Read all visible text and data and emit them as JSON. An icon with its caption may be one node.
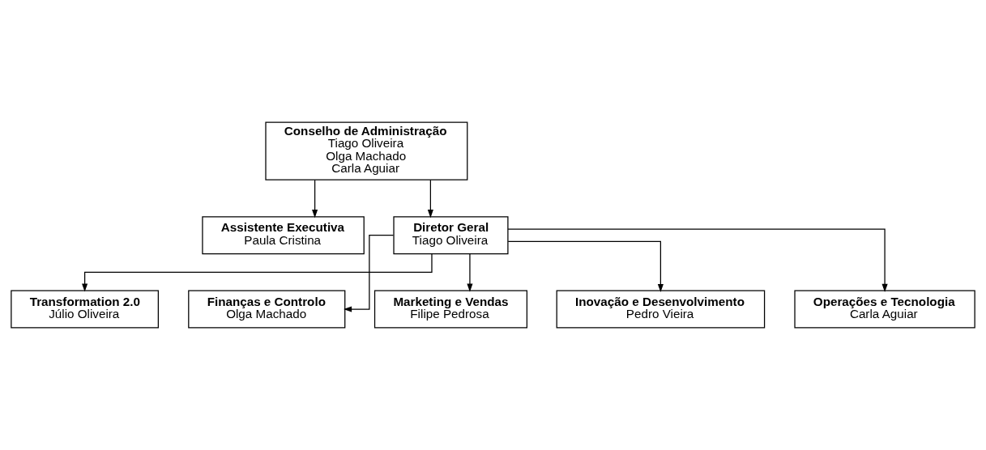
{
  "diagram": {
    "nodes": [
      {
        "text": [
          "Conselho de Administração",
          "Tiago Oliveira",
          "Olga Machado",
          "Carla Aguiar"
        ]
      },
      {
        "text": [
          "Assistente Executiva",
          "Paula Cristina"
        ]
      },
      {
        "text": [
          "Diretor Geral",
          "Tiago Oliveira"
        ]
      },
      {
        "text": [
          "Transformation 2.0",
          "Júlio Oliveira"
        ]
      },
      {
        "text": [
          "Finanças e Controlo",
          "Olga Machado"
        ]
      },
      {
        "text": [
          "Marketing e Vendas",
          "Filipe Pedrosa"
        ]
      },
      {
        "text": [
          "Inovação e Desenvolvimento",
          "Pedro Vieira"
        ]
      },
      {
        "text": [
          "Operações e Tecnologia",
          "Carla Aguiar"
        ]
      }
    ],
    "edges": [
      {
        "from": 0,
        "to": 1,
        "arrow": "to"
      },
      {
        "from": 0,
        "to": 2,
        "arrow": "to"
      },
      {
        "from": 2,
        "to": 3,
        "arrow": "to"
      },
      {
        "from": 2,
        "to": 4,
        "arrow": "to"
      },
      {
        "from": 2,
        "to": 5,
        "arrow": "to"
      },
      {
        "from": 2,
        "to": 6,
        "arrow": "to"
      },
      {
        "from": 2,
        "to": 7,
        "arrow": "to"
      }
    ]
  }
}
